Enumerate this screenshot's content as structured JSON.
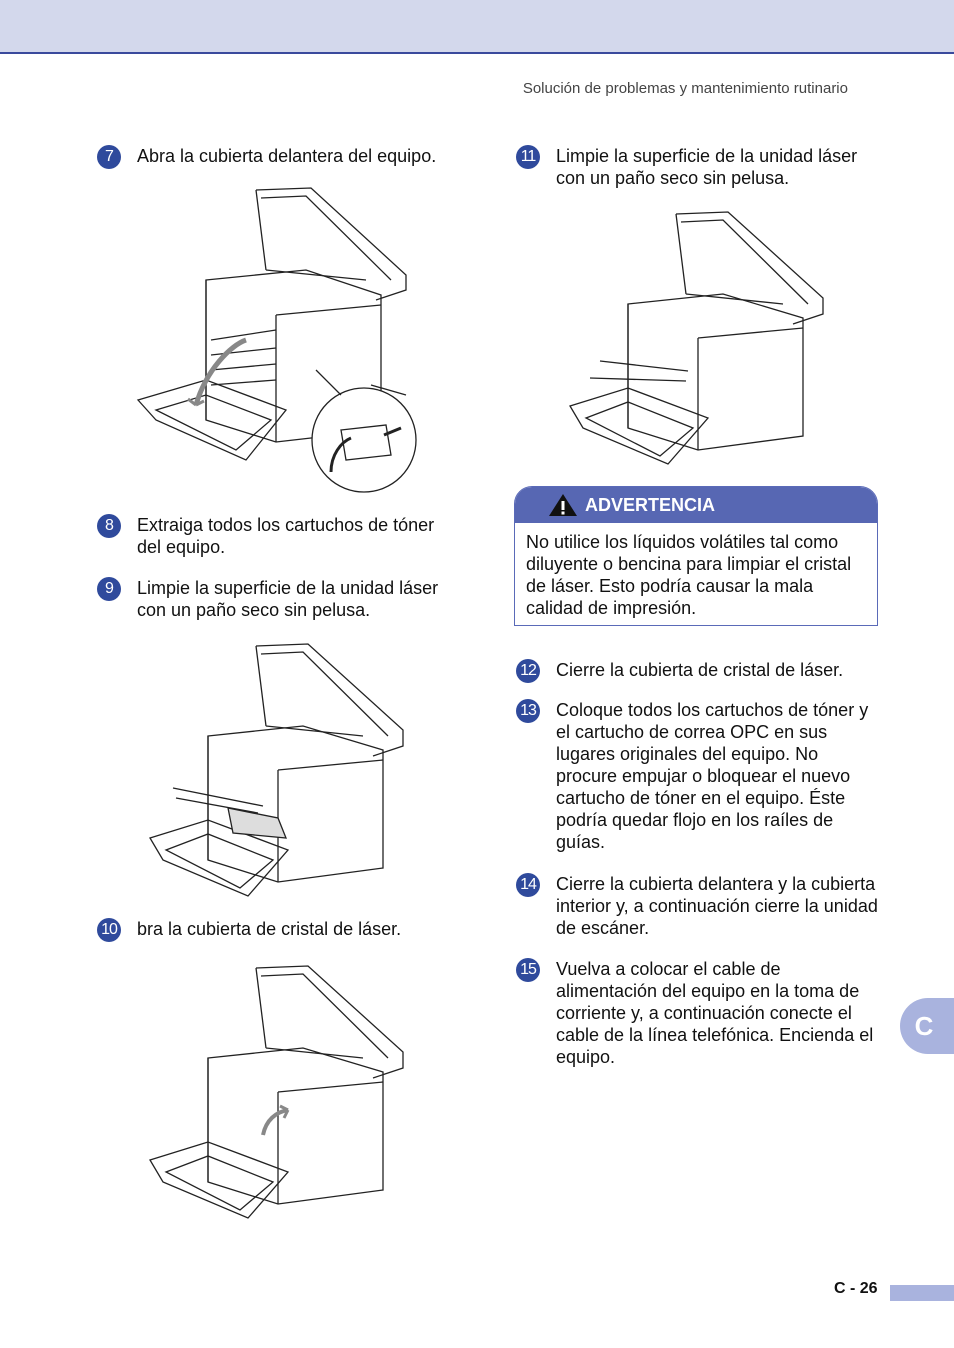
{
  "header": {
    "section_title": "Solución de problemas y mantenimiento rutinario"
  },
  "steps": {
    "s7": {
      "number": "7",
      "text": "Abra la cubierta delantera del equipo."
    },
    "s8": {
      "number": "8",
      "text": "Extraiga todos los cartuchos de tóner del equipo."
    },
    "s9": {
      "number": "9",
      "text": "Limpie la superficie de la unidad láser con un paño seco sin pelusa."
    },
    "s10": {
      "number": "10",
      "text": "bra la cubierta de cristal de láser."
    },
    "s11": {
      "number": "11",
      "text": "Limpie la superficie de la unidad láser con un paño seco sin pelusa."
    },
    "s12": {
      "number": "12",
      "text": "Cierre la cubierta de cristal de láser."
    },
    "s13": {
      "number": "13",
      "text": "Coloque todos los cartuchos de tóner y el cartucho de correa OPC en sus lugares originales del equipo. No procure empujar o bloquear el nuevo cartucho de tóner en el equipo. Éste podría quedar flojo en los raíles de guías."
    },
    "s14": {
      "number": "14",
      "text": "Cierre la cubierta delantera y la cubierta interior y, a continuación cierre la unidad de escáner."
    },
    "s15": {
      "number": "15",
      "text": "Vuelva a colocar el cable de alimentación del equipo en la toma de corriente y, a continuación conecte el cable de la línea telefónica. Encienda el equipo."
    }
  },
  "warning": {
    "title": "ADVERTENCIA",
    "icon": "warning-triangle-icon",
    "text": "No utilice los líquidos volátiles tal como diluyente o bencina para limpiar el cristal de láser. Esto podría causar la mala calidad de impresión."
  },
  "side_tab": {
    "label": "C"
  },
  "footer": {
    "page_number": "C - 26"
  },
  "colors": {
    "accent": "#2f4a9c",
    "band": "#d3d8ec",
    "warning_header": "#5767b3",
    "tab": "#a9b3de"
  }
}
